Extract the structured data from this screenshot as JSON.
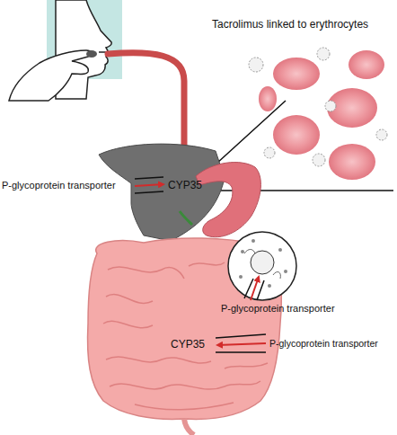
{
  "diagram": {
    "labels": [
      "Tacrolimus linked to erythrocytes",
      "P-glycoprotein transporter",
      "CYP35",
      "P-glycoprotein transporter",
      "CYP35",
      "P-glycoprotein transporter"
    ]
  }
}
